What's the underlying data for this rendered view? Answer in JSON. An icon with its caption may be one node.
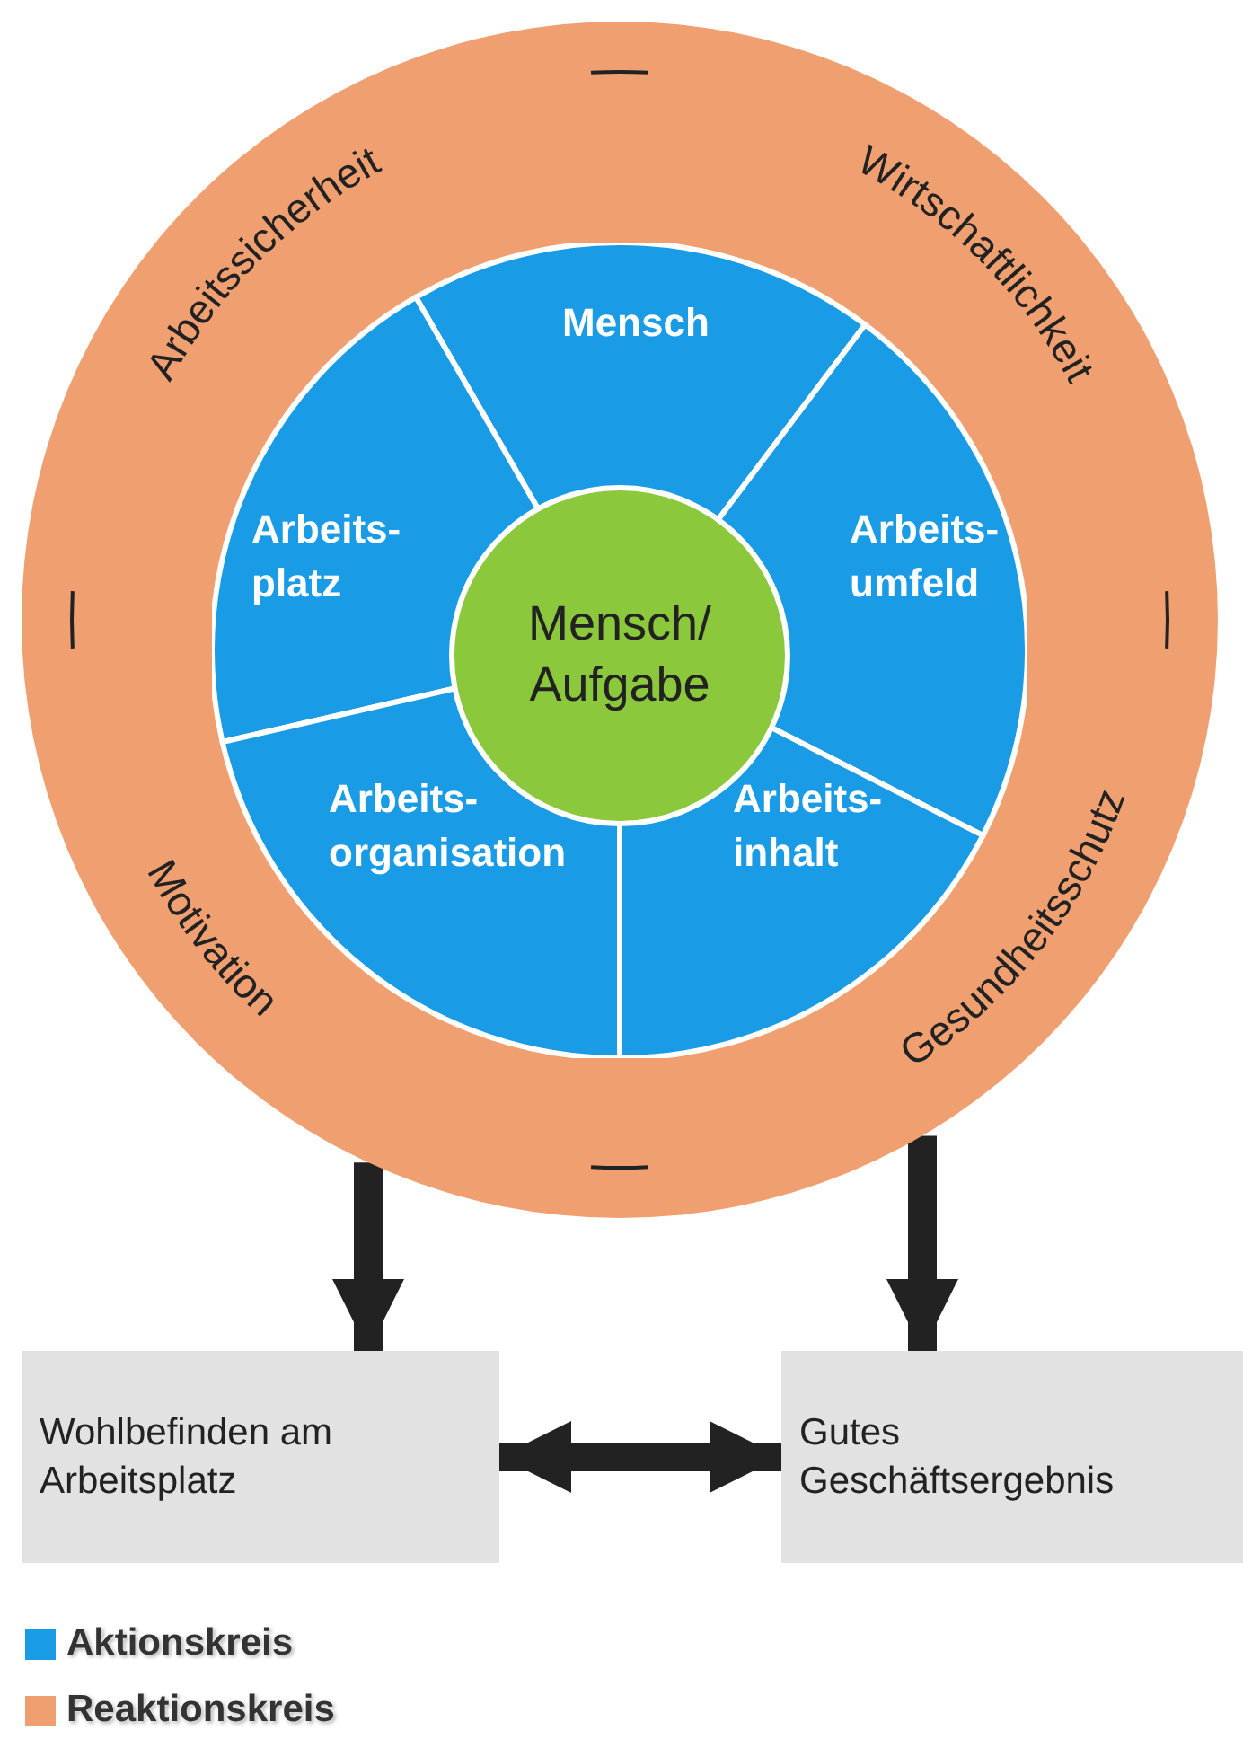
{
  "diagram": {
    "nodes": [
      {
        "text": [
          "Arbeitssicherheit",
          "Wirtschaftlichkeit",
          "Motivation",
          "Gesundheitsschutz"
        ]
      },
      {
        "text": [
          "Mensch"
        ],
        "in": 0
      },
      {
        "text": [
          "Arbeits- platz"
        ],
        "in": 0
      },
      {
        "text": [
          "Arbeits- umfeld"
        ],
        "in": 0
      },
      {
        "text": [
          "Mensch/ Aufgabe"
        ],
        "in": 0
      },
      {
        "text": [
          "Arbeits- organisation"
        ],
        "in": 0
      },
      {
        "text": [
          "Arbeits- inhalt"
        ],
        "in": 0
      },
      {
        "text": [
          "Wohlbefinden am Arbeitsplatz"
        ]
      },
      {
        "text": [
          "Gutes Geschäftsergebnis"
        ]
      }
    ],
    "edges": [
      {
        "from": 0,
        "to": 7,
        "arrow": "to"
      },
      {
        "from": 0,
        "to": 8,
        "arrow": "to"
      },
      {
        "from": 7,
        "to": 8,
        "arrow": "both"
      }
    ],
    "legend": [
      {
        "text": "Aktionskreis",
        "color": "#1a9be6"
      },
      {
        "text": "Reaktionskreis",
        "color": "#f0a070"
      }
    ]
  }
}
